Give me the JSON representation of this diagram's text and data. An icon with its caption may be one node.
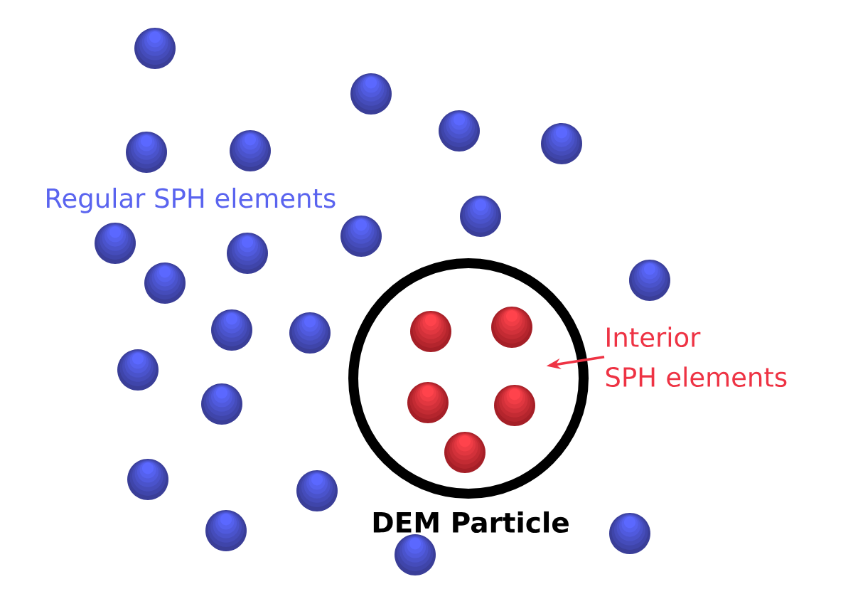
{
  "diagram": {
    "nodes": [
      {
        "text": [
          "DEM Particle"
        ]
      },
      {
        "text": [
          "Interior SPH elements"
        ]
      }
    ],
    "edges": [
      {
        "from": 1,
        "to": 0,
        "arrow": "to"
      }
    ],
    "labels": [
      "Regular SPH elements"
    ]
  }
}
